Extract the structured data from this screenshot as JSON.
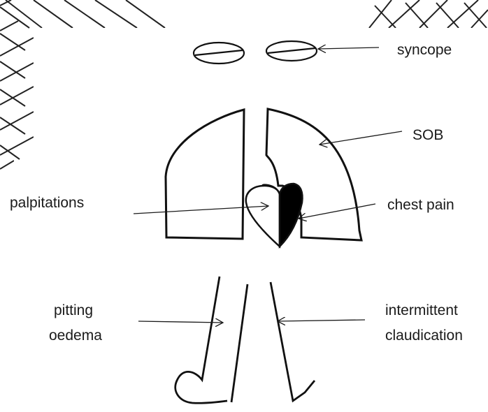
{
  "labels": {
    "syncope": "syncope",
    "sob": "SOB",
    "chest_pain": "chest pain",
    "palpitations": "palpitations",
    "pitting": "pitting",
    "oedema": "oedema",
    "intermittent": "intermittent",
    "claudication": "claudication"
  }
}
